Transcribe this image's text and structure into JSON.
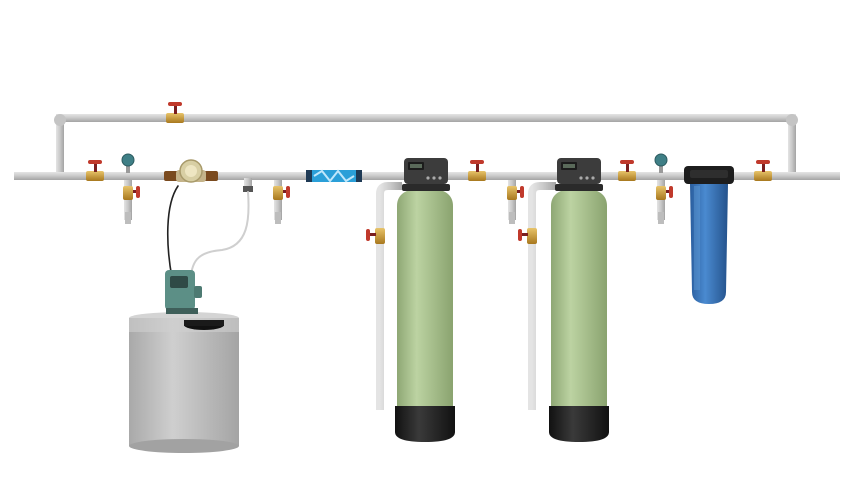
{
  "diagram": {
    "components": [
      {
        "id": "bypass-line",
        "icon": "bypass-pipe-icon"
      },
      {
        "id": "bypass-valve",
        "icon": "ball-valve-icon"
      },
      {
        "id": "inlet-valve",
        "icon": "ball-valve-icon"
      },
      {
        "id": "inlet-pressure-gauge",
        "icon": "pressure-gauge-icon"
      },
      {
        "id": "inlet-sample-tap",
        "icon": "sample-tap-icon"
      },
      {
        "id": "water-meter",
        "icon": "water-meter-icon"
      },
      {
        "id": "sensor-tee",
        "icon": "sensor-icon"
      },
      {
        "id": "sample-tap-2",
        "icon": "sample-tap-icon"
      },
      {
        "id": "static-mixer",
        "icon": "static-mixer-icon"
      },
      {
        "id": "dosing-pump",
        "icon": "dosing-pump-icon"
      },
      {
        "id": "chemical-tank",
        "icon": "chemical-tank-icon"
      },
      {
        "id": "filter-1",
        "icon": "pressure-vessel-icon"
      },
      {
        "id": "filter-1-control-head",
        "icon": "control-valve-icon"
      },
      {
        "id": "filter-1-drain-valve",
        "icon": "ball-valve-icon"
      },
      {
        "id": "inter-filter-valve",
        "icon": "ball-valve-icon"
      },
      {
        "id": "filter-2",
        "icon": "pressure-vessel-icon"
      },
      {
        "id": "filter-2-control-head",
        "icon": "control-valve-icon"
      },
      {
        "id": "filter-2-drain-valve",
        "icon": "ball-valve-icon"
      },
      {
        "id": "outlet-pressure-gauge",
        "icon": "pressure-gauge-icon"
      },
      {
        "id": "cartridge-filter",
        "icon": "cartridge-filter-icon"
      },
      {
        "id": "outlet-valve",
        "icon": "ball-valve-icon"
      }
    ],
    "colors": {
      "pipe": "#c8c8c8",
      "pipe_edge": "#a9a9a9",
      "valve_handle": "#c0392b",
      "brass": "#c99a3a",
      "vessel": "#a9c28e",
      "vessel_base": "#1e1e1e",
      "control_head": "#3c3c3c",
      "tank": "#bdbdbd",
      "pump": "#5c8f86",
      "mixer": "#2a9fd8",
      "filter_housing": "#2f6fb5",
      "gauge": "#3f7f86"
    }
  }
}
